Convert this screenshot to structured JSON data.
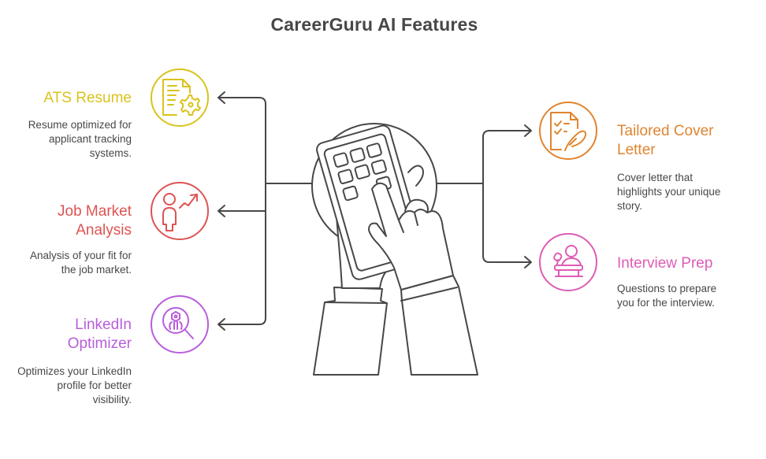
{
  "title": "CareerGuru AI Features",
  "colors": {
    "ats": "#d9c31c",
    "job": "#de5353",
    "linkedin": "#b85ddc",
    "cover": "#e0852f",
    "interview": "#de5cb5",
    "lines": "#474747",
    "text": "#474747"
  },
  "features": {
    "ats": {
      "title": "ATS Resume",
      "description_lines": [
        "Resume optimized for",
        "applicant tracking",
        "systems."
      ],
      "icon": "resume-gear-icon"
    },
    "job": {
      "title_lines": [
        "Job Market",
        "Analysis"
      ],
      "description_lines": [
        "Analysis of your fit for",
        "the job market."
      ],
      "icon": "person-growth-icon"
    },
    "linkedin": {
      "title_lines": [
        "LinkedIn",
        "Optimizer"
      ],
      "description_lines": [
        "Optimizes your LinkedIn",
        "profile for better",
        "visibility."
      ],
      "icon": "profile-search-icon"
    },
    "cover": {
      "title_lines": [
        "Tailored Cover",
        "Letter"
      ],
      "description_lines": [
        "Cover letter that",
        "highlights your unique",
        "story."
      ],
      "icon": "checklist-quill-icon"
    },
    "interview": {
      "title": "Interview Prep",
      "description_lines": [
        "Questions to prepare",
        "you for the interview."
      ],
      "icon": "speaker-podium-icon"
    }
  },
  "center": {
    "icon": "hands-phone-icon"
  }
}
